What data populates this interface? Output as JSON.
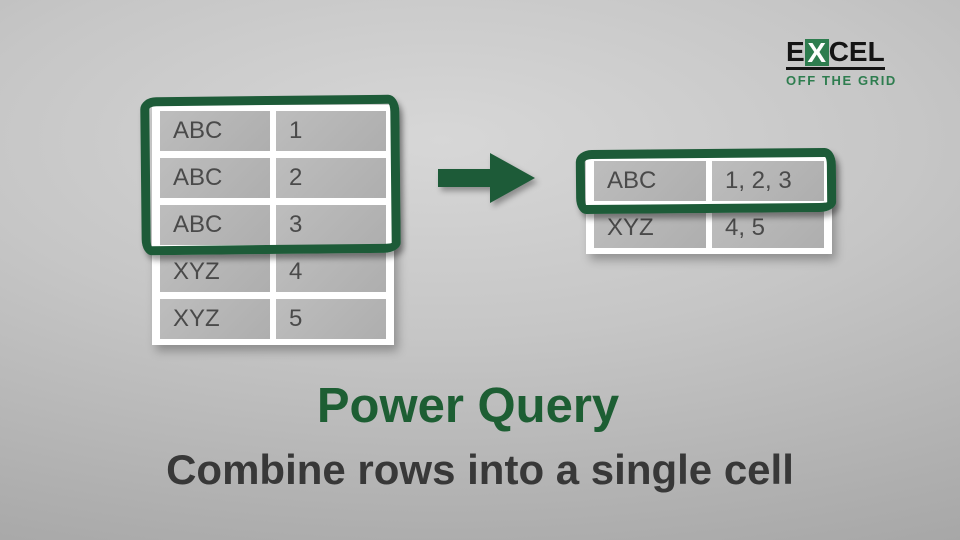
{
  "slide": {
    "title": "Power Query",
    "subtitle": "Combine rows into a single cell"
  },
  "logo": {
    "word_start": "E",
    "word_x": "X",
    "word_end": "CEL",
    "tagline": "OFF THE GRID"
  },
  "left_table": {
    "rows": [
      [
        "ABC",
        "1"
      ],
      [
        "ABC",
        "2"
      ],
      [
        "ABC",
        "3"
      ],
      [
        "XYZ",
        "4"
      ],
      [
        "XYZ",
        "5"
      ]
    ],
    "highlighted_row_count": 3
  },
  "right_table": {
    "rows": [
      [
        "ABC",
        "1, 2, 3"
      ],
      [
        "XYZ",
        "4, 5"
      ]
    ],
    "highlighted_row_count": 1
  },
  "colors": {
    "accent_green_dark": "#1D5B38",
    "brand_green": "#2E7D4F",
    "title_green": "#1D5E33",
    "subtitle_gray": "#383838",
    "cell_gray": "#B6B6B6",
    "cell_text": "#4A4A4A",
    "background_gray": "#BFBFBF"
  }
}
